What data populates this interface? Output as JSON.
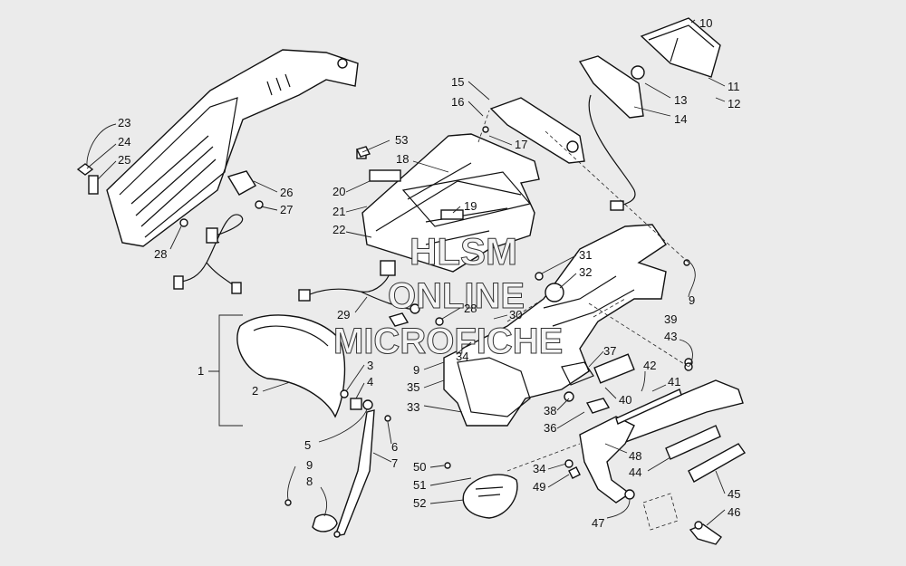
{
  "watermark": {
    "line1": "HLSM",
    "line2": "ONLINE",
    "line3": "MICROFICHE"
  },
  "callouts": [
    "1",
    "2",
    "3",
    "4",
    "5",
    "6",
    "7",
    "8",
    "9",
    "10",
    "11",
    "12",
    "13",
    "14",
    "15",
    "16",
    "17",
    "18",
    "19",
    "20",
    "21",
    "22",
    "23",
    "24",
    "25",
    "26",
    "27",
    "28",
    "29",
    "30",
    "31",
    "32",
    "33",
    "34",
    "35",
    "36",
    "37",
    "38",
    "39",
    "40",
    "41",
    "42",
    "43",
    "44",
    "45",
    "46",
    "47",
    "48",
    "49",
    "50",
    "51",
    "52",
    "53"
  ]
}
